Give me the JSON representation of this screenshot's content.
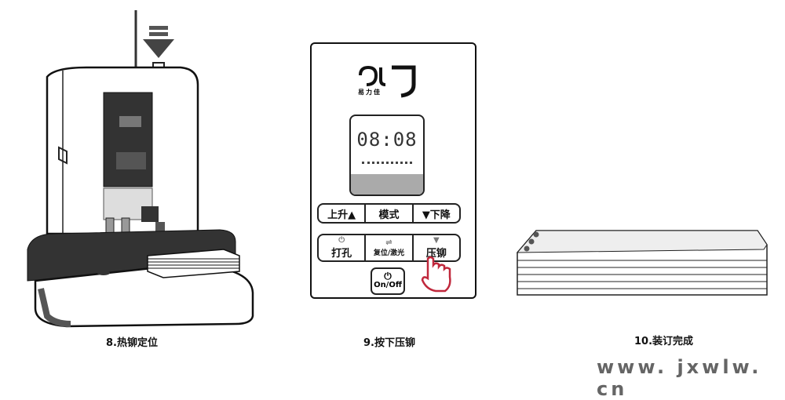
{
  "steps": [
    {
      "caption": "8.热铆定位"
    },
    {
      "caption": "9.按下压铆"
    },
    {
      "caption": "10.装订完成"
    }
  ],
  "panel": {
    "logo_text": "易力佳",
    "display_time": "08:08",
    "row1": [
      "上升▲",
      "模式",
      "▼下降"
    ],
    "row2": [
      {
        "icon": "⏻",
        "label": "打孔"
      },
      {
        "icon": "⇌",
        "label": "复位/激光"
      },
      {
        "icon": "▼",
        "label": "压铆"
      }
    ],
    "power_icon": "⏻",
    "power_label": "On/Off"
  },
  "watermark": "www. jxwlw. cn",
  "colors": {
    "hand": "#c0283c",
    "lcd_bottom": "#aaaaaa"
  }
}
